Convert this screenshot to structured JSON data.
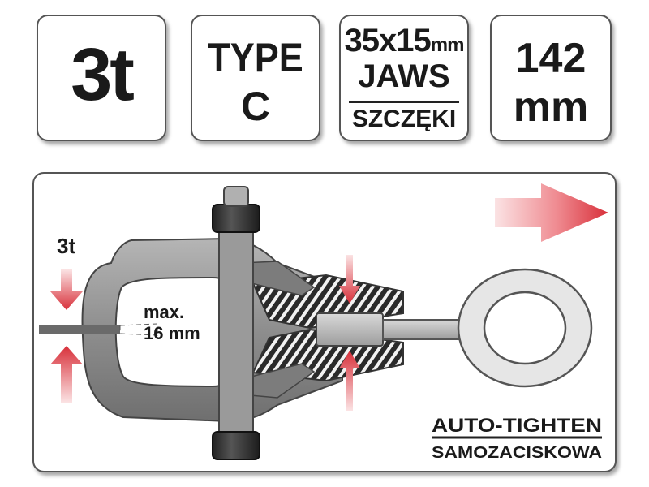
{
  "specs": {
    "capacity": "3t",
    "type_line1": "TYPE",
    "type_line2": "C",
    "jaws_size_number": "35x15",
    "jaws_size_unit": "mm",
    "jaws_label": "JAWS",
    "jaws_sublabel": "SZCZĘKI",
    "length_value": "142",
    "length_unit": "mm"
  },
  "diagram": {
    "load_label": "3t",
    "opening_line1": "max.",
    "opening_line2": "16 mm",
    "feature_label": "AUTO-TIGHTEN",
    "feature_sublabel": "SAMOZACISKOWA"
  },
  "colors": {
    "arrow_red": "#d8303a",
    "arrow_pink": "#f6c4c6",
    "tool_gray": "#8f8f8f",
    "tool_dark": "#555555",
    "eye_light": "#e6e6e6"
  },
  "icons": [
    "direction-arrow-icon",
    "down-arrow-icon",
    "up-arrow-icon"
  ]
}
